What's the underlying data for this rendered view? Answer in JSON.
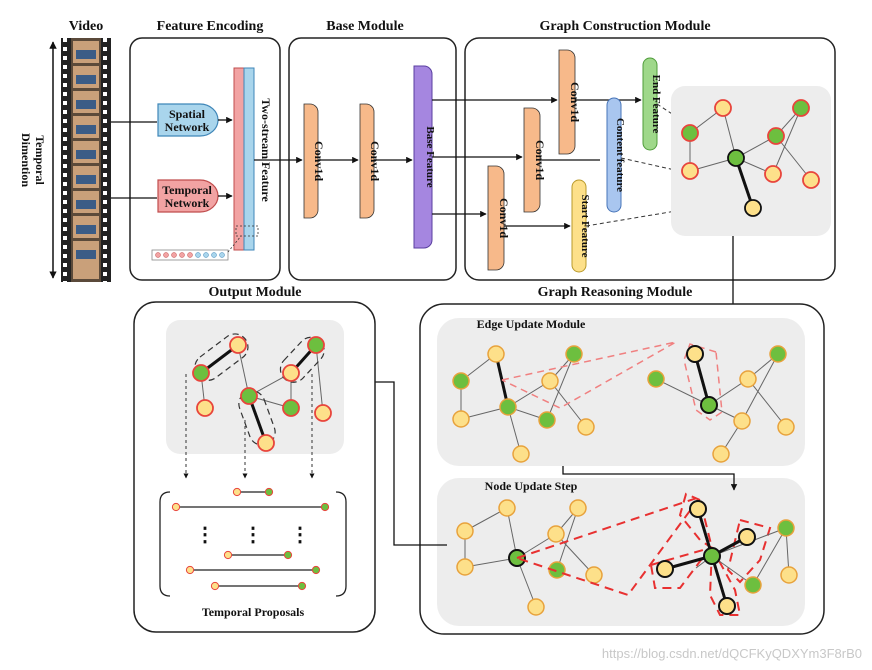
{
  "sections": {
    "video": "Video",
    "feature_encoding": "Feature Encoding",
    "base_module": "Base Module",
    "graph_construction": "Graph Construction Module",
    "output_module": "Output Module",
    "graph_reasoning": "Graph Reasoning Module",
    "edge_update": "Edge Update Module",
    "node_update": "Node Update Step"
  },
  "video": {
    "axis_label_line1": "Temporal",
    "axis_label_line2": "Dimention"
  },
  "encoding": {
    "spatial_line1": "Spatial",
    "spatial_line2": "Network",
    "temporal_line1": "Temporal",
    "temporal_line2": "Network",
    "two_stream": "Two-stream Feature"
  },
  "base": {
    "conv_a": "Conv1d",
    "conv_b": "Conv1d",
    "base_feature": "Base Feature"
  },
  "construction": {
    "conv_top": "Conv1d",
    "conv_mid": "Conv1d",
    "conv_low": "Conv1d",
    "end_feature": "End Feature",
    "content_feature": "Content feature",
    "start_feature": "Start Feature"
  },
  "output": {
    "proposals_label": "Temporal Proposals",
    "ellipsis": "⋮"
  },
  "colors": {
    "green_node": "#6dbf3f",
    "yellow_node": "#fde08a",
    "red_outline": "#e8453c",
    "spatial_fill": "#a9d5ec",
    "temporal_fill": "#f2a3a3",
    "conv_fill": "#f7b98a",
    "base_feature_fill": "#a586e0",
    "content_feature_fill": "#a9c6ef",
    "end_feature_fill": "#9fd88a",
    "start_feature_fill": "#fde08a",
    "panel_gray": "#ededed"
  },
  "watermark": "https://blog.csdn.net/dQCFKyQDXYm3F8rB0"
}
